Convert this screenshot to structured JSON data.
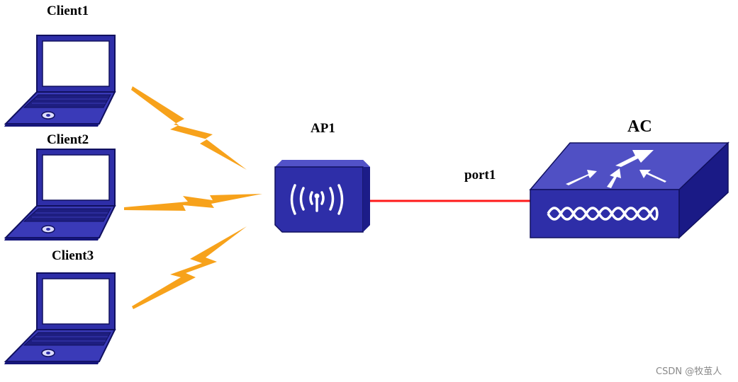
{
  "nodes": {
    "client1": "Client1",
    "client2": "Client2",
    "client3": "Client3",
    "ap": "AP1",
    "ac": "AC"
  },
  "links": {
    "ap_ac_port": "port1"
  },
  "watermark": "CSDN @牧茧人",
  "colors": {
    "device_fill": "#2e2ea8",
    "device_dark": "#16167a",
    "device_light": "#5252c8",
    "wireless_bolt": "#f7a21b",
    "wired_link": "#ff1a1a"
  }
}
